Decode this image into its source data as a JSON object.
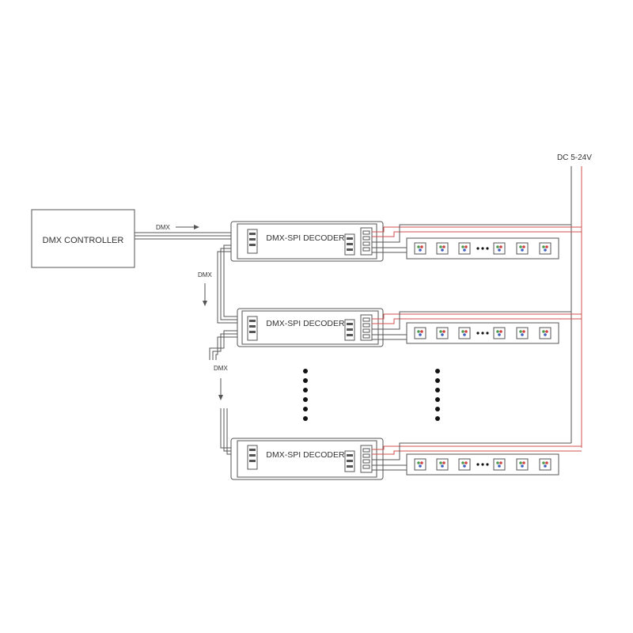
{
  "controller": {
    "label": "DMX CONTROLLER"
  },
  "dmx_labels": [
    "DMX",
    "DMX",
    "DMX"
  ],
  "decoders": [
    {
      "label": "DMX-SPI DECODER"
    },
    {
      "label": "DMX-SPI DECODER"
    },
    {
      "label": "DMX-SPI DECODER"
    }
  ],
  "power": {
    "label": "DC 5-24V"
  },
  "strip": {
    "leds_before_ellipsis": 3,
    "leds_after_ellipsis": 3,
    "led_colors": [
      "#4a9a4a",
      "#d04040",
      "#4060c0"
    ]
  },
  "colors": {
    "wire": "#555555",
    "power_wire": "#d05050",
    "outline": "#555555"
  }
}
